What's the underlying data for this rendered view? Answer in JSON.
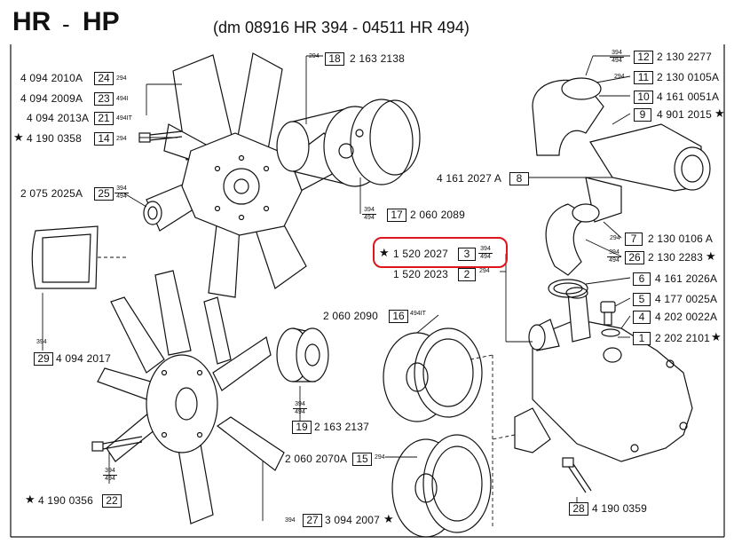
{
  "header": {
    "model_a": "HR",
    "dash": "-",
    "model_b": "HP",
    "subtitle": "(dm 08916 HR 394 - 04511 HR 494)"
  },
  "parts": [
    {
      "pn": "4 094 2010A",
      "ref": "24",
      "note": "294",
      "star": false
    },
    {
      "pn": "4 094 2009A",
      "ref": "23",
      "note": "494I",
      "star": false
    },
    {
      "pn": "4 094 2013A",
      "ref": "21",
      "note": "494IT",
      "star": false
    },
    {
      "pn": "4 190 0358",
      "ref": "14",
      "note": "294",
      "star": true
    },
    {
      "pn": "2 075 2025A",
      "ref": "25",
      "note_top": "394",
      "note_bottom": "494",
      "star": false
    },
    {
      "pn": "2 163 2138",
      "ref": "18",
      "note": "294",
      "star": false
    },
    {
      "pn": "2 060 2089",
      "ref": "17",
      "note_top": "394",
      "note_bottom": "494",
      "star": false
    },
    {
      "pn": "2 130 2277",
      "ref": "12",
      "note_top": "394",
      "note_bottom": "494",
      "star": false
    },
    {
      "pn": "2 130 0105A",
      "ref": "11",
      "note": "294",
      "star": false
    },
    {
      "pn": "4 161 0051A",
      "ref": "10",
      "star": false
    },
    {
      "pn": "4 901 2015",
      "ref": "9",
      "star": true
    },
    {
      "pn": "4 161 2027 A",
      "ref": "8",
      "star": false
    },
    {
      "pn": "2 130 0106 A",
      "ref": "7",
      "note": "294",
      "star": false
    },
    {
      "pn": "2 130 2283",
      "ref": "26",
      "note_top": "394",
      "note_bottom": "494",
      "star": true
    },
    {
      "pn": "1 520 2027",
      "ref": "3",
      "note_top": "394",
      "note_bottom": "494",
      "star": true,
      "highlighted": true
    },
    {
      "pn": "1 520 2023",
      "ref": "2",
      "note": "294",
      "star": false
    },
    {
      "pn": "4 161 2026A",
      "ref": "6",
      "star": false
    },
    {
      "pn": "4 177 0025A",
      "ref": "5",
      "star": false
    },
    {
      "pn": "4 202 0022A",
      "ref": "4",
      "star": false
    },
    {
      "pn": "2 202 2101",
      "ref": "1",
      "star": true
    },
    {
      "pn": "2 060 2090",
      "ref": "16",
      "note": "494IT",
      "star": false
    },
    {
      "pn": "4 094 2017",
      "ref": "29",
      "note": "394",
      "star": false
    },
    {
      "pn": "2 163 2137",
      "ref": "19",
      "note_top": "394",
      "note_bottom": "494",
      "star": false
    },
    {
      "pn": "2 060 2070A",
      "ref": "15",
      "note": "294",
      "star": false
    },
    {
      "pn": "4 190 0356",
      "ref": "22",
      "note_top": "394",
      "note_bottom": "494",
      "star": true
    },
    {
      "pn": "3 094 2007",
      "ref": "27",
      "note": "394",
      "star": true
    },
    {
      "pn": "4 190 0359",
      "ref": "28",
      "star": false
    }
  ],
  "colors": {
    "highlight": "#e0151b",
    "ink": "#111111"
  },
  "star_glyph": "★"
}
